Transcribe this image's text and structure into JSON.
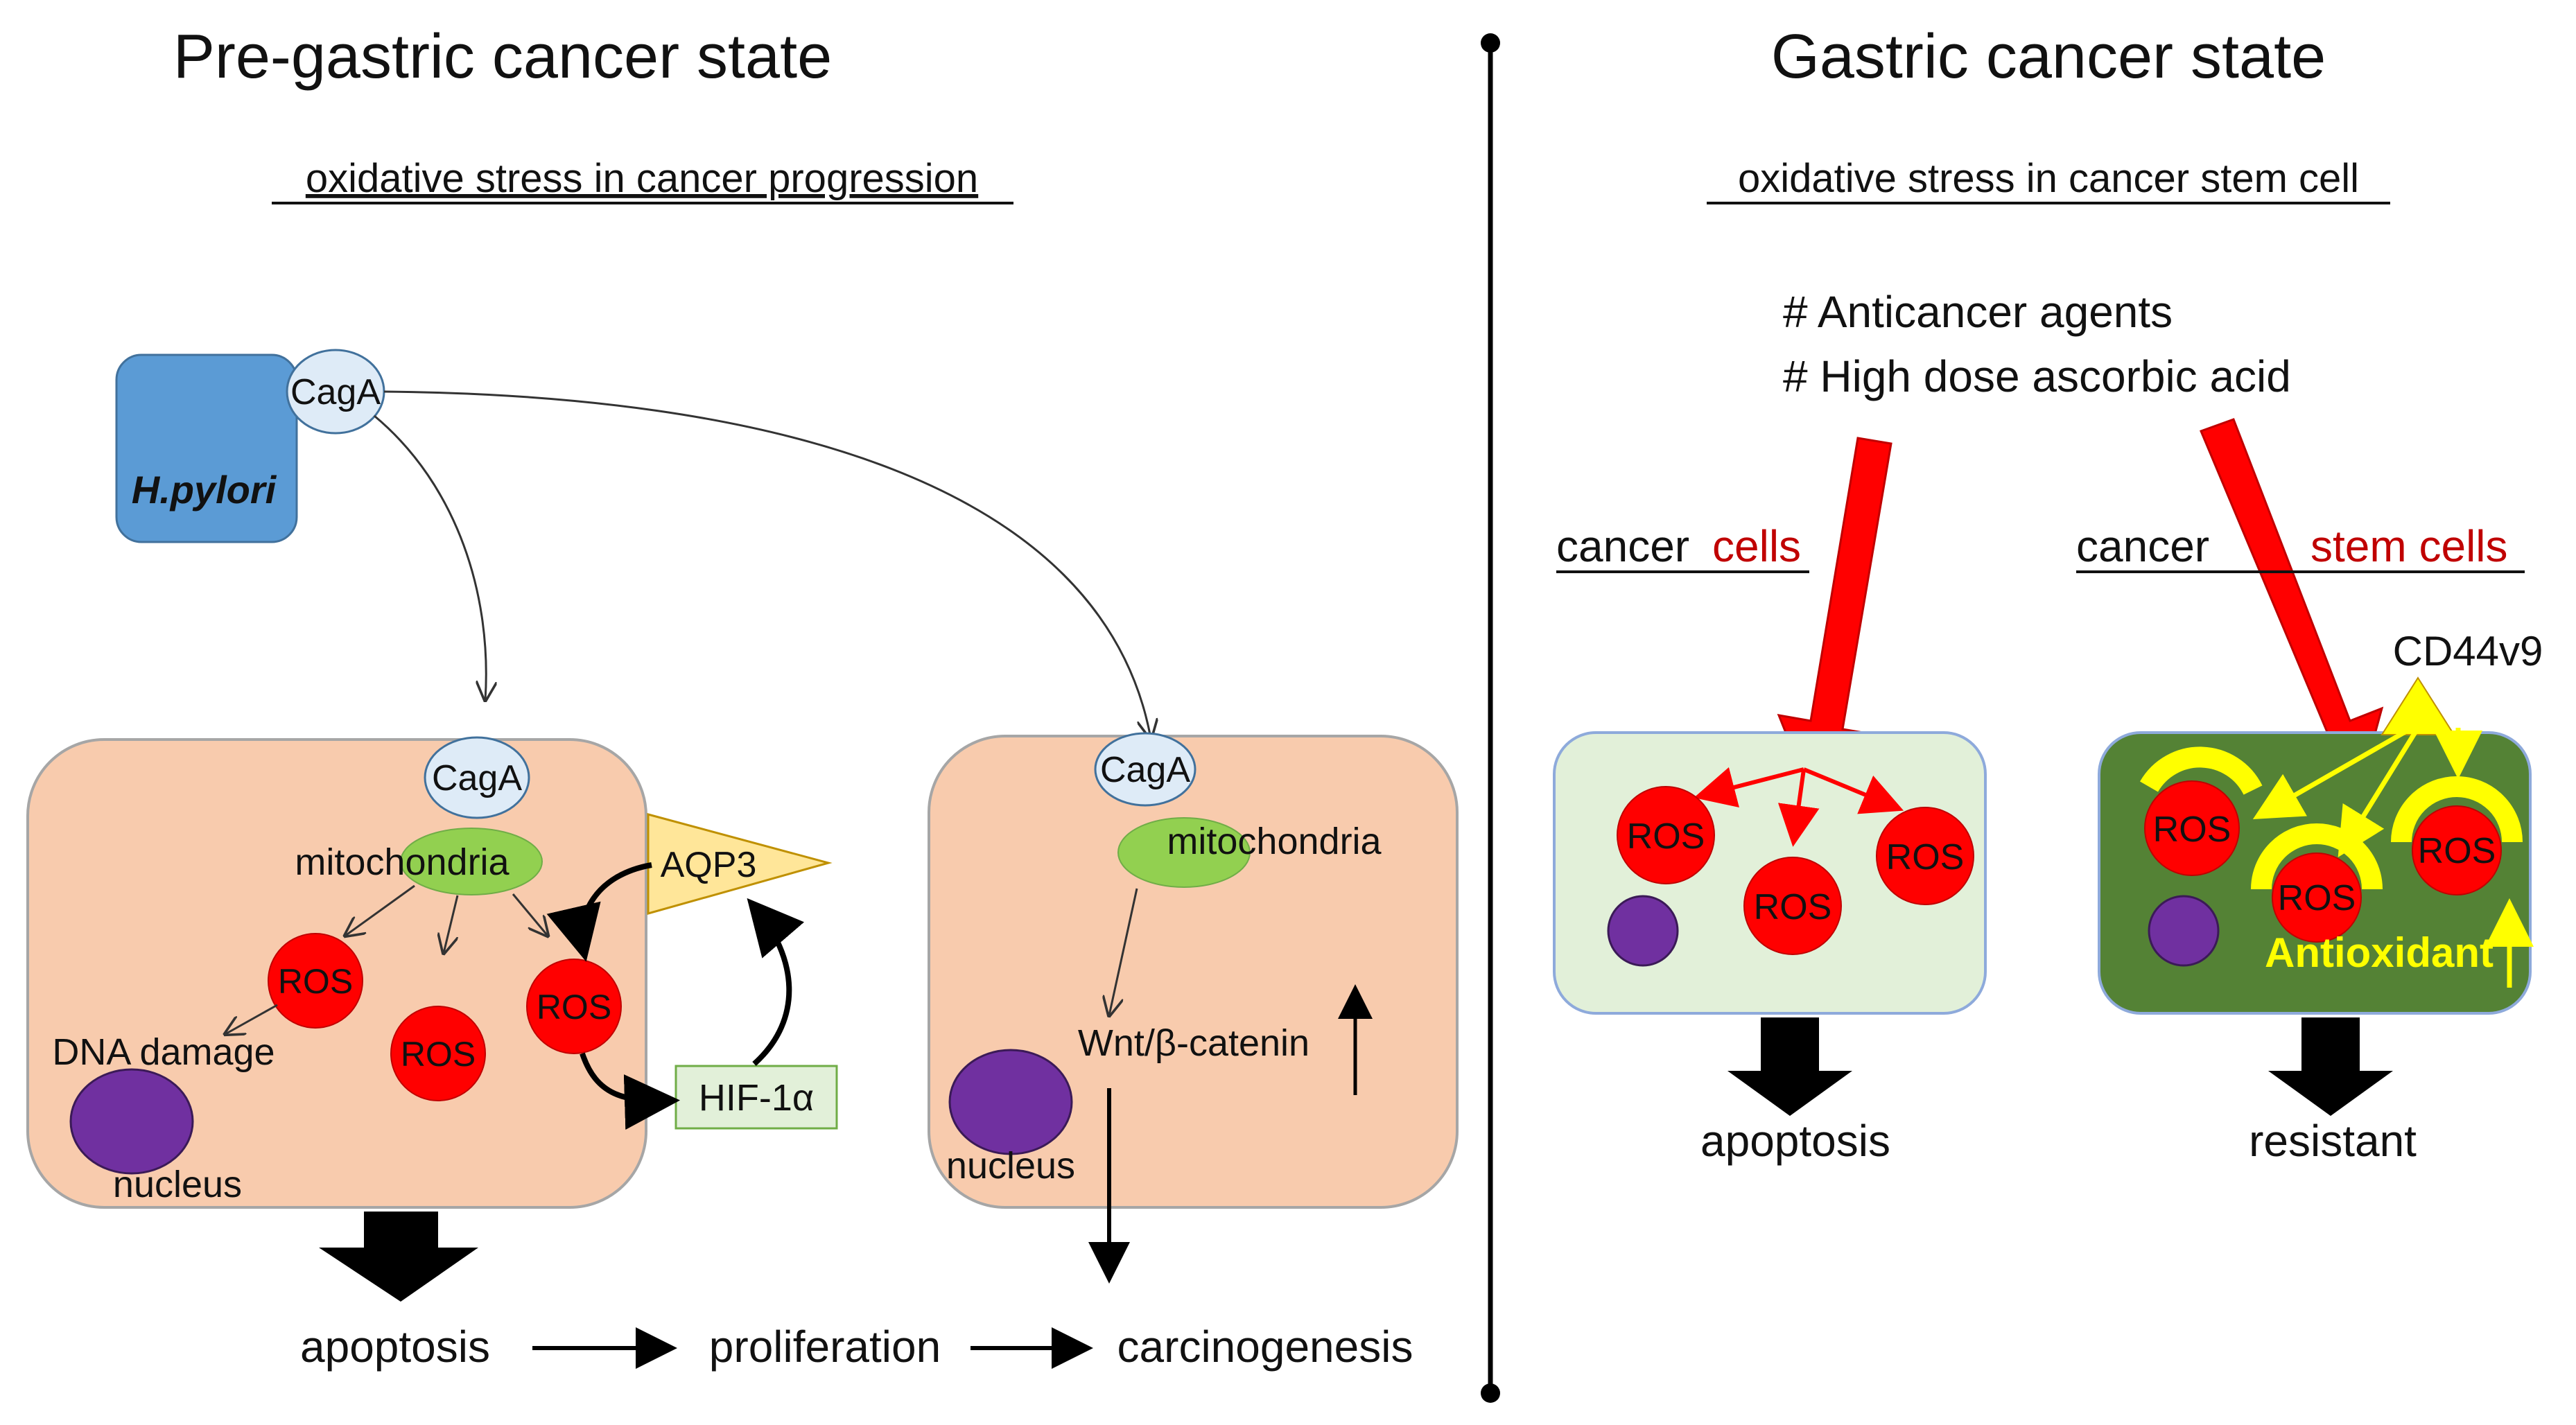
{
  "left": {
    "title": "Pre-gastric cancer state",
    "subtitle": "oxidative stress in cancer progression",
    "hpylori": "H.pylori",
    "caga": "CagA",
    "cell1": {
      "caga": "CagA",
      "mito": "mitochondria",
      "ros": [
        "ROS",
        "ROS",
        "ROS"
      ],
      "dna": "DNA damage",
      "nucleus": "nucleus",
      "aqp3": "AQP3",
      "hif": "HIF-1α"
    },
    "cell2": {
      "caga": "CagA",
      "mito": "mitochondria",
      "wnt": "Wnt/β-catenin",
      "nucleus": "nucleus"
    },
    "bottom": {
      "apoptosis": "apoptosis",
      "proliferation": "proliferation",
      "carcinogenesis": "carcinogenesis"
    }
  },
  "right": {
    "title": "Gastric cancer state",
    "subtitle": "oxidative stress in cancer stem cell",
    "agents1": "# Anticancer agents",
    "agents2": "# High dose ascorbic acid",
    "cancer_label": "cancer",
    "cells_label": "cells",
    "cancer_label2": "cancer",
    "stem_label": "stem cells",
    "cd44": "CD44v9",
    "ros_a": [
      "ROS",
      "ROS",
      "ROS"
    ],
    "ros_b": [
      "ROS",
      "ROS",
      "ROS"
    ],
    "antioxidant": "Antioxidant",
    "apoptosis": "apoptosis",
    "resistant": "resistant"
  },
  "colors": {
    "cell_fill": "#f8cbad",
    "hpylori_blue": "#5b9bd5",
    "caga_fill": "#deebf7",
    "mito_green": "#92d050",
    "ros_red": "#ff0000",
    "nucleus_purple": "#7030a0",
    "aqp3_yellow": "#ffe699",
    "hif_fill": "#e2f0d9",
    "cancer_cell_fill": "#e2f0d9",
    "stem_cell_fill": "#548235",
    "accent_red": "#c00000",
    "antioxidant_yellow": "#ffff00"
  }
}
